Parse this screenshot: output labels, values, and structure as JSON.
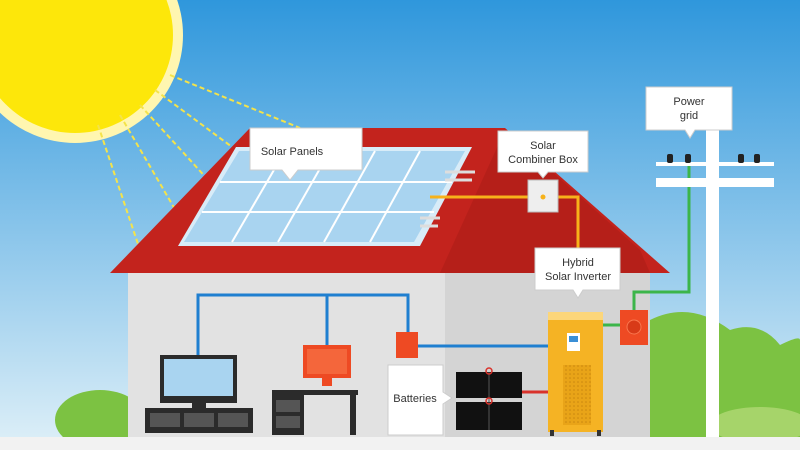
{
  "title": "Hybrid solar power system",
  "labels": {
    "solar_panels": "Solar Panels",
    "combiner_line1": "Solar",
    "combiner_line2": "Combiner Box",
    "inverter_line1": "Hybrid",
    "inverter_line2": "Solar Inverter",
    "batteries": "Batteries",
    "grid_line1": "Power",
    "grid_line2": "grid"
  },
  "colors": {
    "sky_top": "#2f97dc",
    "sky_bottom": "#dff0f8",
    "sun": "#fde70a",
    "roof": "#c3231d",
    "roof_dark": "#a81b17",
    "wall": "#e2e2e2",
    "panel": "#a9d4f0",
    "dc_wire": "#f7b21a",
    "ac_wire": "#1f7fd0",
    "grid_wire": "#3cb54a",
    "inverter": "#f5b324",
    "bush": "#7cc242"
  }
}
